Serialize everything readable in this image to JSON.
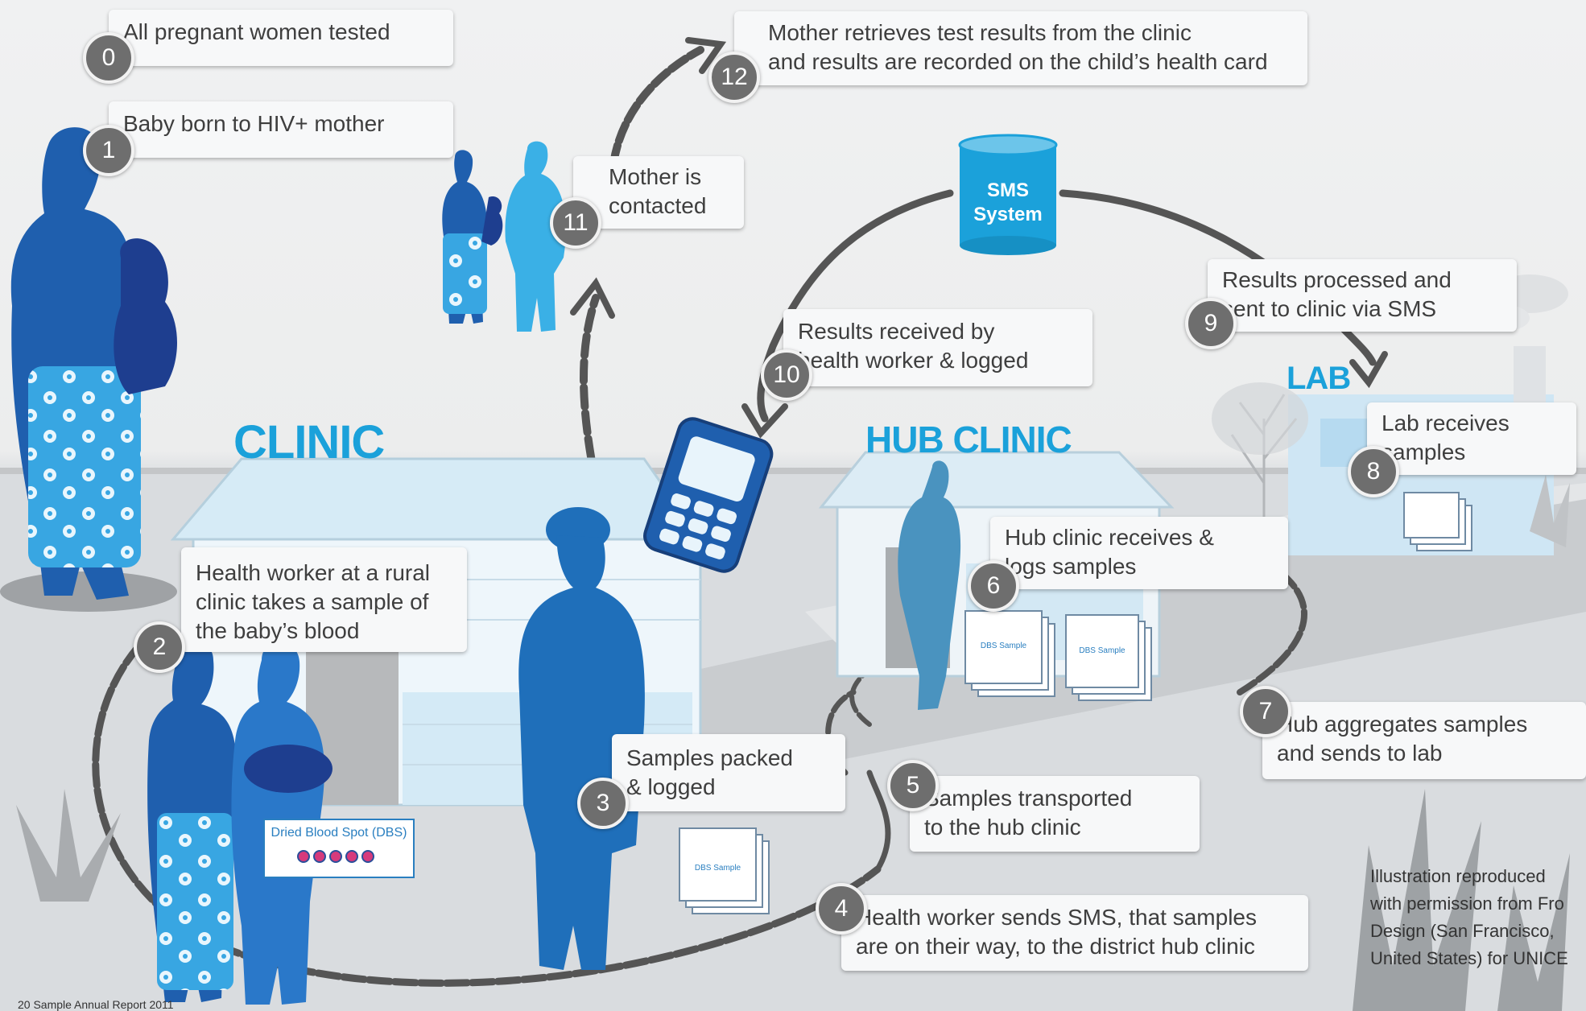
{
  "labels": {
    "clinic": "CLINIC",
    "hub_clinic": "HUB CLINIC",
    "lab": "LAB",
    "sms_line1": "SMS",
    "sms_line2": "System",
    "dbs_card": "Dried Blood Spot (DBS)",
    "dbs_sample": "DBS Sample"
  },
  "steps": [
    {
      "number": "0",
      "text": "All pregnant women tested"
    },
    {
      "number": "1",
      "text": "Baby born to HIV+ mother"
    },
    {
      "number": "2",
      "text": "Health worker at a rural\nclinic takes a sample of\nthe baby’s blood"
    },
    {
      "number": "3",
      "text": "Samples packed\n& logged"
    },
    {
      "number": "4",
      "text": "Health worker sends SMS, that samples\nare on their way, to the district hub clinic"
    },
    {
      "number": "5",
      "text": "Samples transported\nto the hub clinic"
    },
    {
      "number": "6",
      "text": "Hub clinic receives &\nlogs samples"
    },
    {
      "number": "7",
      "text": "Hub aggregates samples\nand sends to lab"
    },
    {
      "number": "8",
      "text": "Lab receives\nsamples"
    },
    {
      "number": "9",
      "text": "Results processed and\nsent to clinic via SMS"
    },
    {
      "number": "10",
      "text": "Results received by\nhealth worker & logged"
    },
    {
      "number": "11",
      "text": "Mother is\ncontacted"
    },
    {
      "number": "12",
      "text": "Mother retrieves test results from the clinic\nand results are recorded on the child’s health card"
    }
  ],
  "credit": "Illustration reproduced\nwith permission from Fro\nDesign (San Francisco,\nUnited States) for UNICE",
  "footer": "20  Sample Annual Report 2011",
  "colors": {
    "accent": "#1ba1da",
    "dark_blue": "#1f5fae",
    "navy": "#1e3e8f",
    "light_blue": "#3ab0e6",
    "teal_figure": "#4a93bf",
    "badge": "#6e6e6e"
  }
}
